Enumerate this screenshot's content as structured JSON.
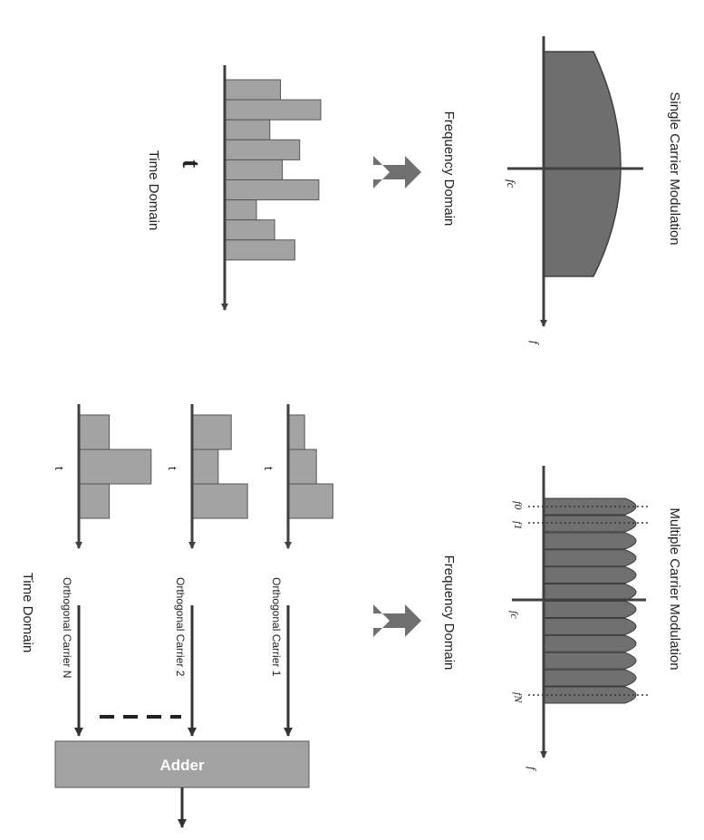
{
  "colors": {
    "background": "#ffffff",
    "axis": "#404040",
    "single_spectrum_fill": "#6e6e6e",
    "subcarrier_fill": "#707070",
    "pulse_fill": "#a3a3a3",
    "pulse_stroke": "#555555",
    "double_arrow": "#707070",
    "adder_fill": "#a3a3a3",
    "adder_text": "#ffffff"
  },
  "single_carrier": {
    "title": "Single Carrier Modulation",
    "frequency_domain_label": "Frequency Domain",
    "time_domain_label": "Time Domain",
    "carrier_label": "fc",
    "freq_axis_label": "f",
    "time_axis_label": "t",
    "time_samples": [
      0.58,
      1.0,
      0.47,
      0.78,
      0.6,
      0.98,
      0.33,
      0.52,
      0.73
    ]
  },
  "multiple_carrier": {
    "title": "Multiple Carrier Modulation",
    "frequency_domain_label": "Frequency Domain",
    "time_domain_label": "Time Domain",
    "carrier_label": "fc",
    "f0_label": "f0",
    "f1_label": "f1",
    "fn_label": "fN",
    "freq_axis_label": "f",
    "subcarrier_count": 12,
    "carriers": [
      {
        "label": "Orthogonal Carrier 1",
        "time_label": "t",
        "samples": [
          0.35,
          0.6,
          0.95
        ]
      },
      {
        "label": "Orthogonal Carrier 2",
        "time_label": "t",
        "samples": [
          0.6,
          0.4,
          0.85
        ]
      },
      {
        "label": "Orthogonal Carrier N",
        "time_label": "t",
        "samples": [
          0.4,
          0.95,
          0.4
        ]
      }
    ],
    "adder_label": "Adder"
  }
}
